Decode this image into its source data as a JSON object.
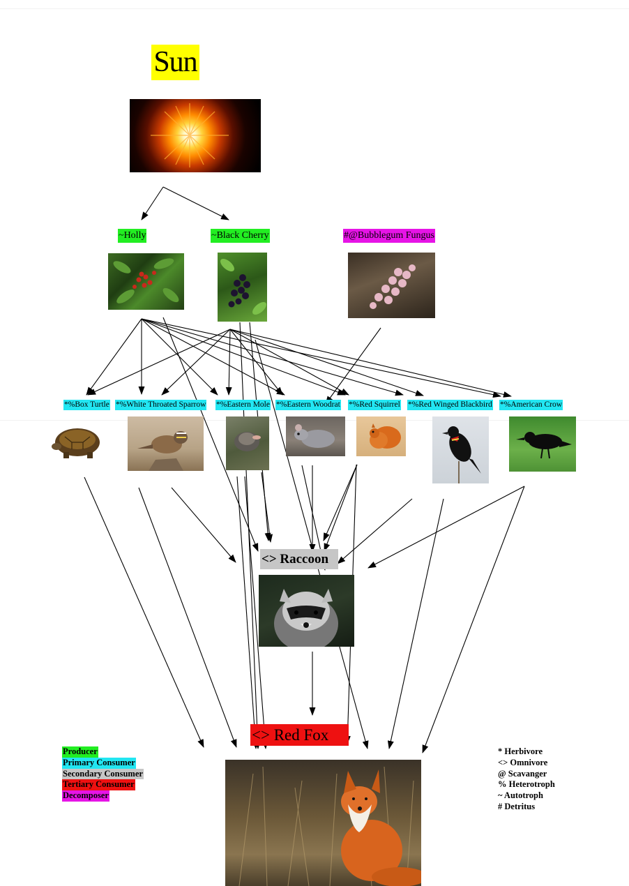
{
  "sun": {
    "label": "Sun"
  },
  "producers": {
    "holly": "~Holly",
    "black_cherry": "~Black Cherry",
    "bubblegum_fungus": "#@Bubblegum Fungus"
  },
  "consumers": {
    "box_turtle": "*%Box Turtle",
    "white_throated_sparrow": "*%White Throated  Sparrow",
    "eastern_mole": "*%Eastern Mole",
    "eastern_woodrat": "*%Eastern  Woodrat",
    "red_squirrel": "*%Red Squirrel",
    "red_winged_blackbird": "*%Red Winged Blackbird",
    "american_crow": "*%American Crow"
  },
  "raccoon": {
    "label": "<> Raccoon"
  },
  "red_fox": {
    "label": "<>  Red Fox"
  },
  "legend": {
    "roles": [
      {
        "label": "Producer",
        "color": "#22ee22"
      },
      {
        "label": "Primary Consumer",
        "color": "#22e6f2"
      },
      {
        "label": "Secondary Consumer",
        "color": "#c6c6c6"
      },
      {
        "label": "Tertiary Consumer",
        "color": "#ee1111"
      },
      {
        "label": "Decomposer",
        "color": "#e614e6"
      }
    ],
    "symbols": [
      "* Herbivore",
      "<> Omnivore",
      "@ Scavanger",
      "% Heterotroph",
      "~  Autotroph",
      "# Detritus"
    ]
  },
  "colors": {
    "sun_label_bg": "#ffff00",
    "producer": "#22ee22",
    "primary_consumer": "#22e6f2",
    "secondary_consumer": "#c6c6c6",
    "tertiary_consumer": "#ee1111",
    "decomposer": "#e614e6",
    "arrow": "#000000"
  },
  "icons": [
    "sun-photo",
    "holly-photo",
    "black-cherry-photo",
    "bubblegum-fungus-photo",
    "box-turtle-photo",
    "sparrow-photo",
    "mole-photo",
    "woodrat-photo",
    "squirrel-photo",
    "blackbird-photo",
    "crow-photo",
    "raccoon-photo",
    "red-fox-photo"
  ]
}
